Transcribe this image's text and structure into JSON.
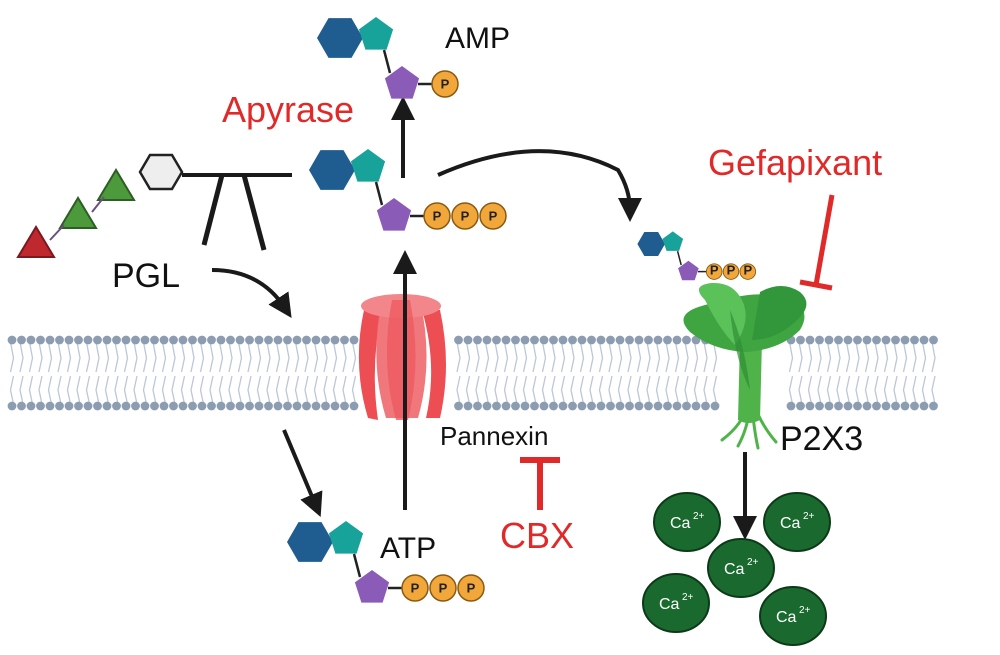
{
  "labels": {
    "amp": "AMP",
    "apyrase": "Apyrase",
    "gefapixant": "Gefapixant",
    "pgl": "PGL",
    "pannexin": "Pannexin",
    "cbx": "CBX",
    "p2x3": "P2X3",
    "atp": "ATP",
    "phosphate": "P",
    "calcium": "Ca",
    "calcium_charge": "2+"
  },
  "colors": {
    "inhibitor_red": "#e02a2a",
    "hexagon_blue": "#1f5c8f",
    "pentagon_teal": "#17a39a",
    "pentagon_purple": "#8a5cb8",
    "phosphate_orange": "#f2a73b",
    "pannexin_red": "#ec4e54",
    "receptor_green": "#3ea541",
    "calcium_green": "#1a6a2f",
    "membrane_gray": "#8c9db2",
    "triangle_red": "#c0282f",
    "triangle_green": "#4c9a3c"
  },
  "icons": [
    "adenosine-hexagon",
    "ribose-pentagon",
    "phosphate-circle",
    "arrow",
    "inhibition-bar"
  ]
}
